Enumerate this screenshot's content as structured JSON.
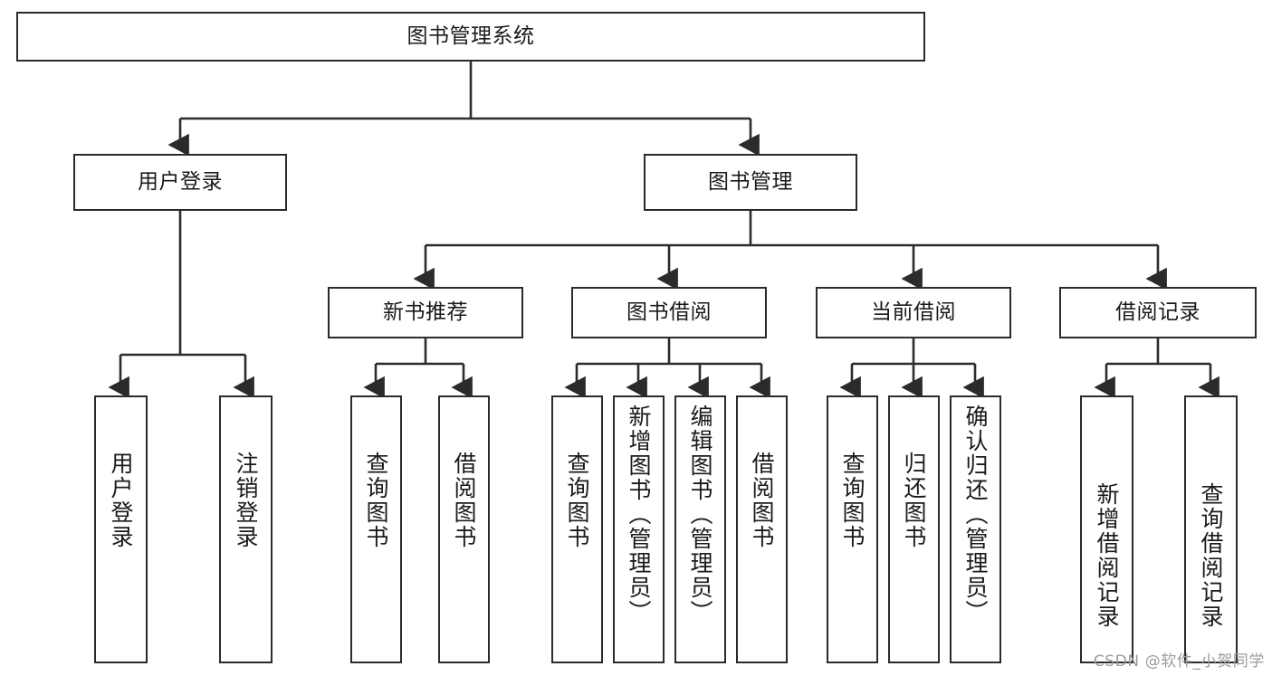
{
  "diagram": {
    "title": "图书管理系统",
    "type": "tree",
    "watermark": "CSDN @软件_小贺同学",
    "colors": {
      "box_border": "#2b2b2b",
      "box_fill": "#ffffff",
      "edge": "#2b2b2b",
      "text": "#1a1a1a",
      "watermark": "#9b9b9b"
    },
    "nodes": {
      "root": {
        "label": "图书管理系统"
      },
      "level2": [
        {
          "id": "user_login",
          "label": "用户登录"
        },
        {
          "id": "book_manage",
          "label": "图书管理"
        }
      ],
      "level3": [
        {
          "id": "new_book_rec",
          "label": "新书推荐"
        },
        {
          "id": "book_borrow",
          "label": "图书借阅"
        },
        {
          "id": "current_borrow",
          "label": "当前借阅"
        },
        {
          "id": "borrow_record",
          "label": "借阅记录"
        }
      ],
      "leaves": [
        {
          "id": "leaf_user_login",
          "label": "用户登录",
          "parent": "user_login"
        },
        {
          "id": "leaf_logout",
          "label": "注销登录",
          "parent": "user_login"
        },
        {
          "id": "leaf_query_book_1",
          "label": "查询图书",
          "parent": "new_book_rec"
        },
        {
          "id": "leaf_borrow_book_1",
          "label": "借阅图书",
          "parent": "new_book_rec"
        },
        {
          "id": "leaf_query_book_2",
          "label": "查询图书",
          "parent": "book_borrow"
        },
        {
          "id": "leaf_add_book",
          "label": "新增图书（管理员）",
          "parent": "book_borrow"
        },
        {
          "id": "leaf_edit_book",
          "label": "编辑图书（管理员）",
          "parent": "book_borrow"
        },
        {
          "id": "leaf_borrow_book_2",
          "label": "借阅图书",
          "parent": "book_borrow"
        },
        {
          "id": "leaf_query_book_3",
          "label": "查询图书",
          "parent": "current_borrow"
        },
        {
          "id": "leaf_return_book",
          "label": "归还图书",
          "parent": "current_borrow"
        },
        {
          "id": "leaf_confirm_return",
          "label": "确认归还（管理员）",
          "parent": "current_borrow"
        },
        {
          "id": "leaf_add_record",
          "label": "新增借阅记录",
          "parent": "borrow_record"
        },
        {
          "id": "leaf_query_record",
          "label": "查询借阅记录",
          "parent": "borrow_record"
        }
      ]
    }
  }
}
